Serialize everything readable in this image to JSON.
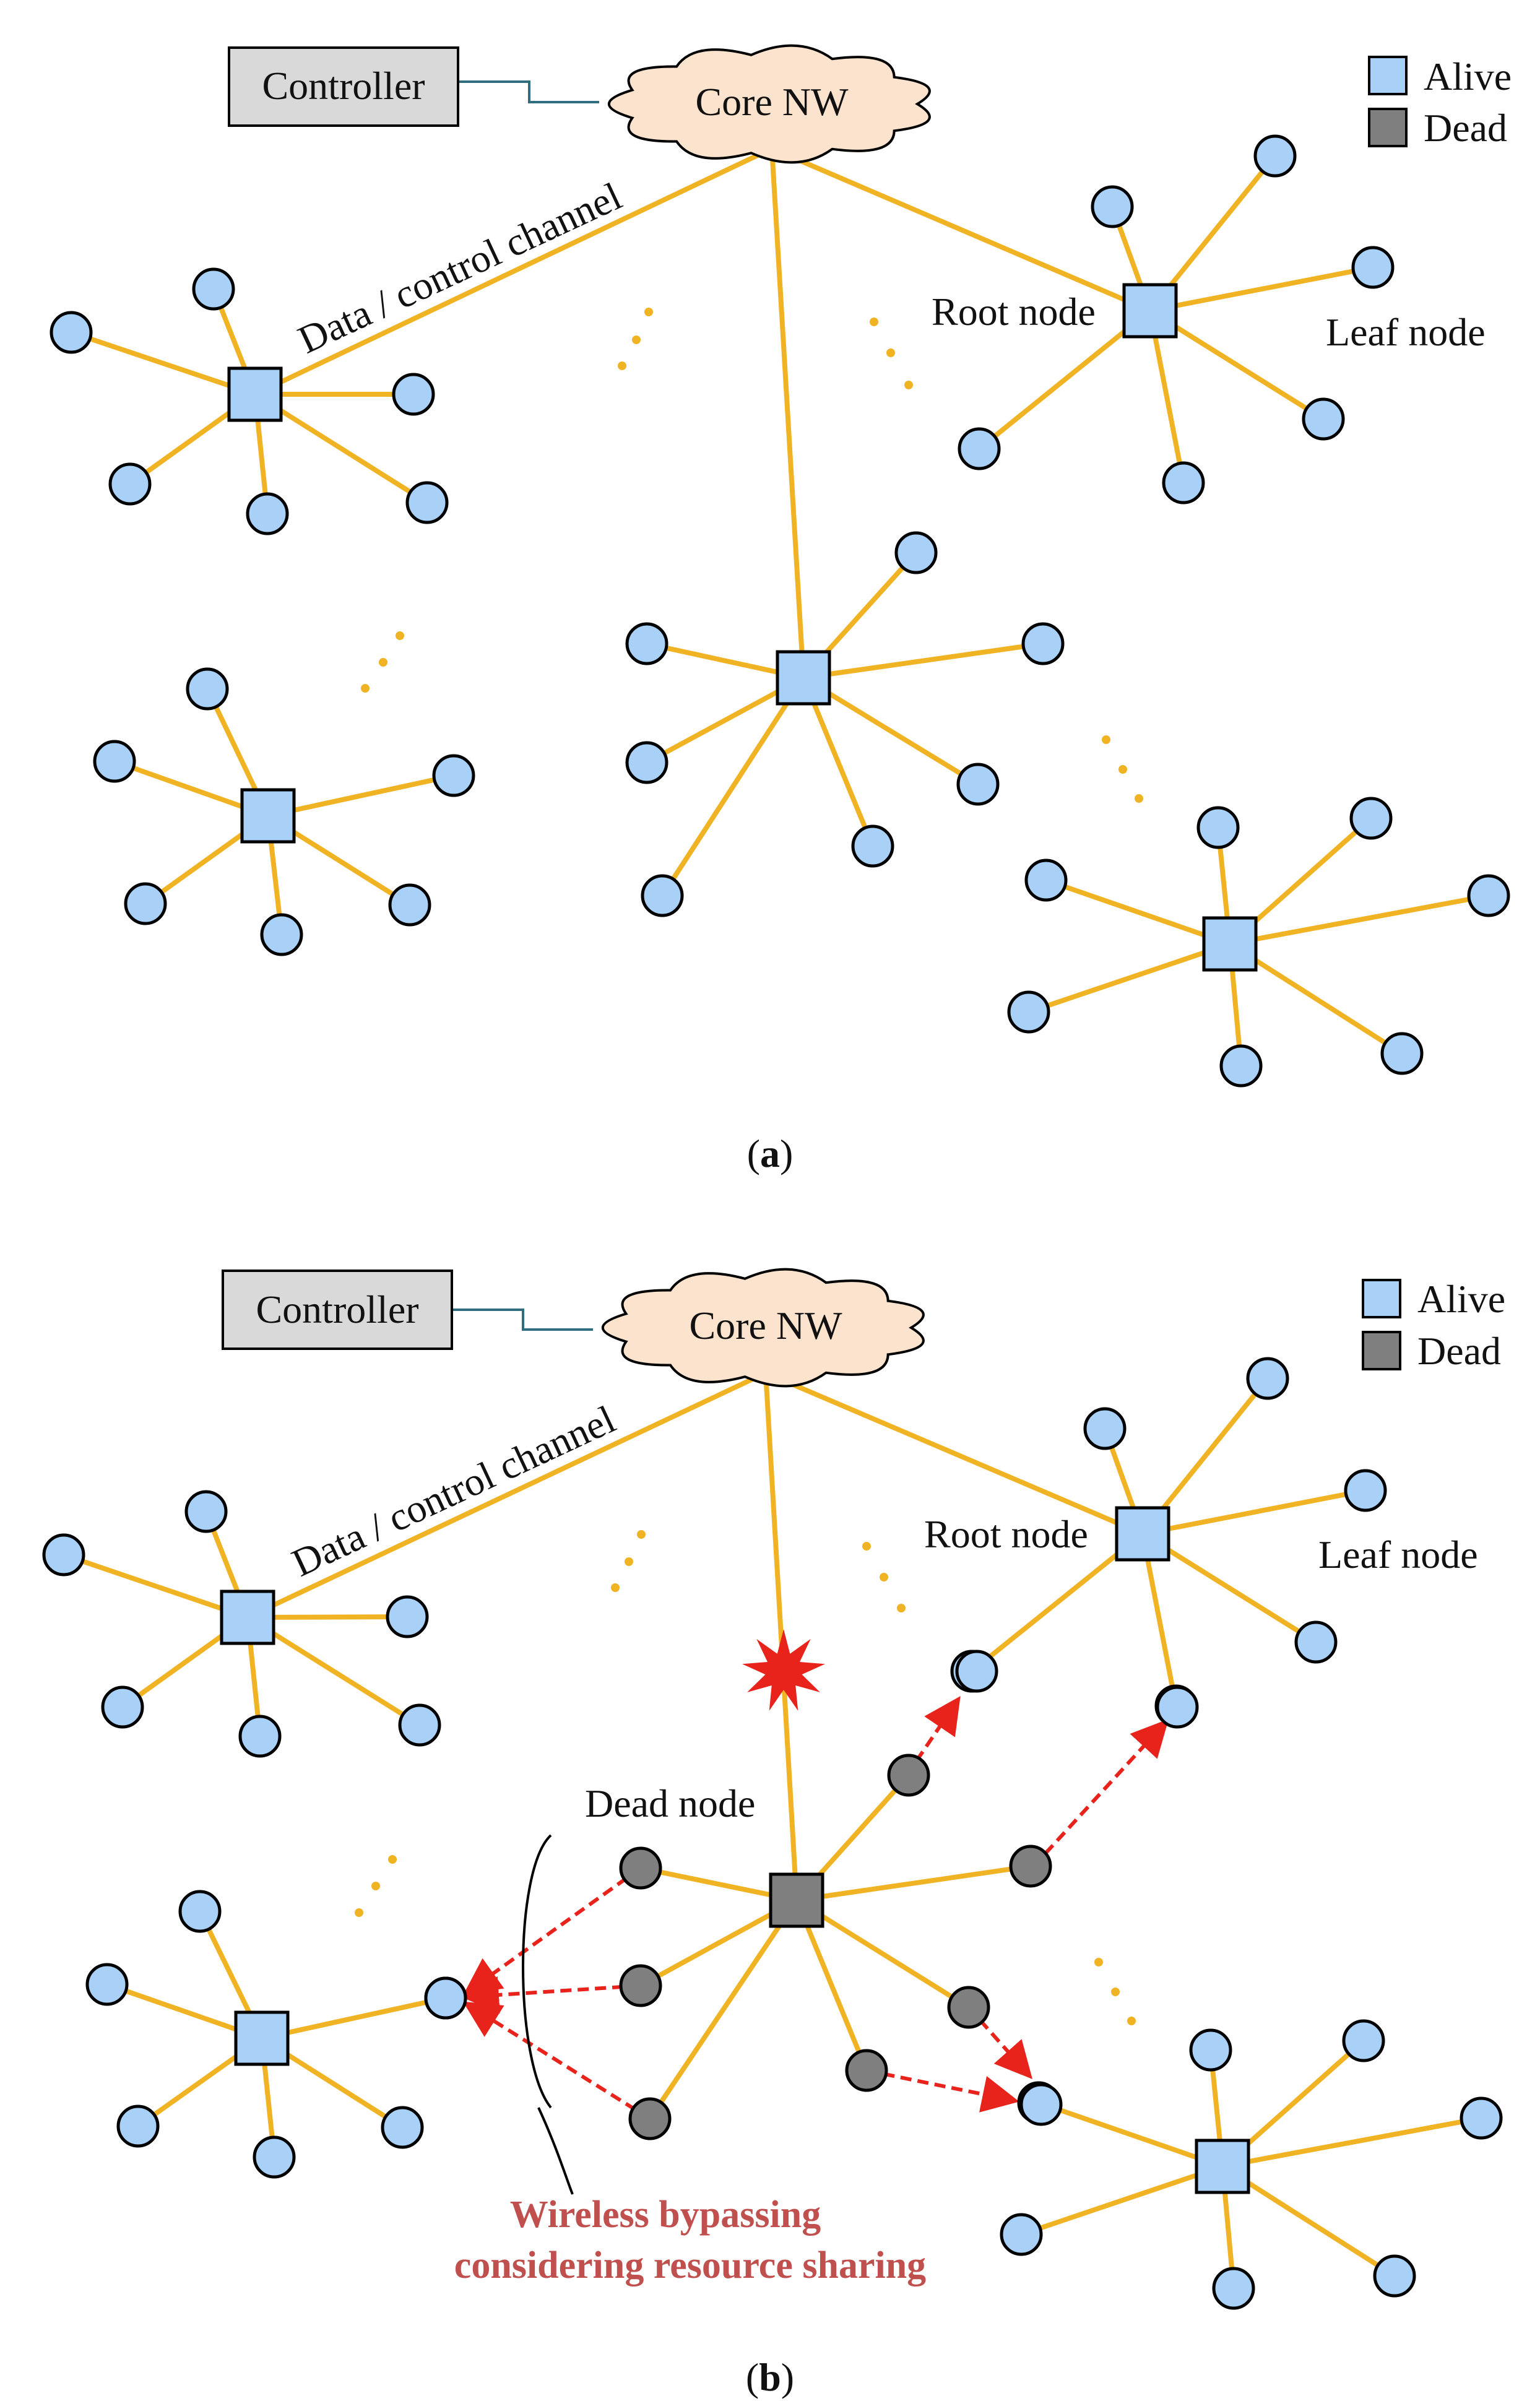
{
  "colors": {
    "alive_fill": "#a9d1f7",
    "dead_fill": "#7f7f7f",
    "link": "#f0b323",
    "bypass_arrow": "#e8231c",
    "cloud_fill": "#fbe3cd",
    "controller_fill": "#d9d9d9",
    "note_text": "#c0504d",
    "failure_star": "#e8231c"
  },
  "legend": {
    "alive": "Alive",
    "dead": "Dead"
  },
  "panel_a": {
    "caption_open": "(",
    "caption_letter": "a",
    "caption_close": ")",
    "controller": "Controller",
    "core": "Core NW",
    "channel": "Data / control channel",
    "root": "Root node",
    "leaf": "Leaf node"
  },
  "panel_b": {
    "caption_open": "(",
    "caption_letter": "b",
    "caption_close": ")",
    "controller": "Controller",
    "core": "Core NW",
    "channel": "Data / control channel",
    "root": "Root node",
    "leaf": "Leaf node",
    "dead_node": "Dead node",
    "note_line1": "Wireless bypassing",
    "note_line2": "considering resource sharing"
  }
}
